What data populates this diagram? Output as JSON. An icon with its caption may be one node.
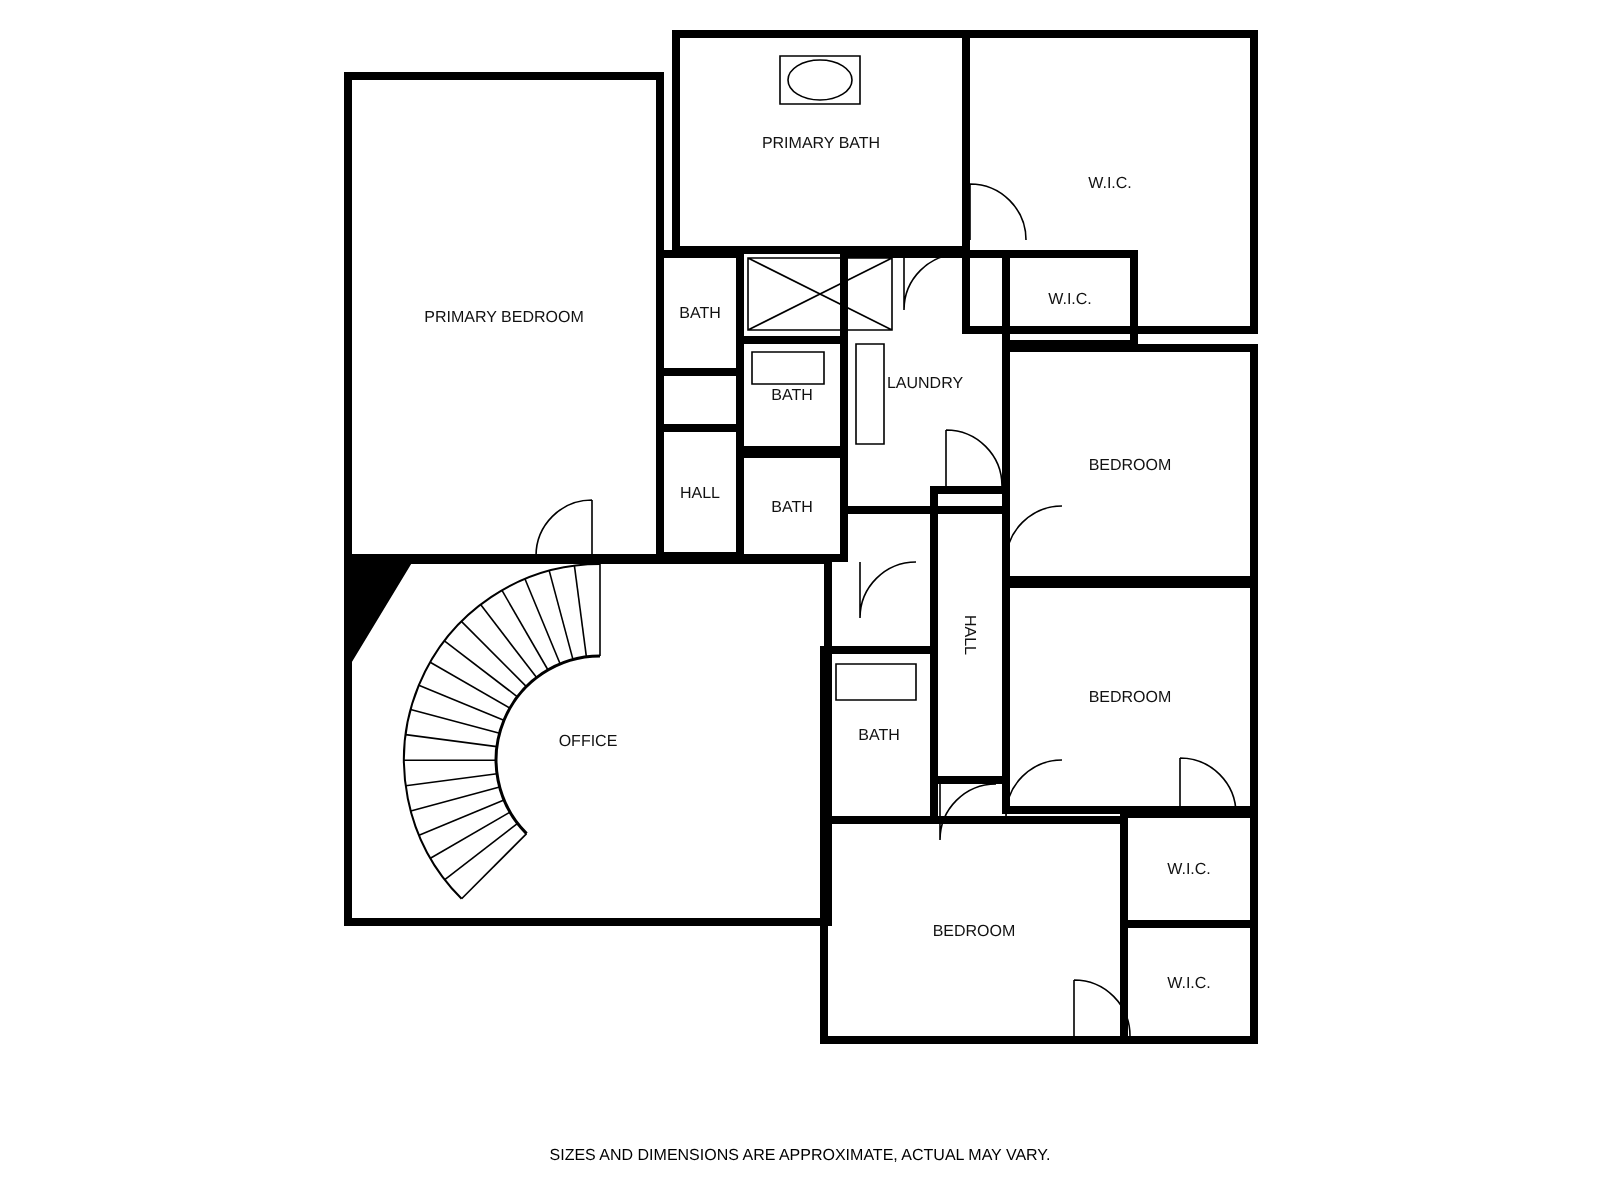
{
  "diagram": {
    "nodes": [
      {
        "text": [
          "PRIMARY BEDROOM"
        ]
      },
      {
        "text": [
          "PRIMARY BATH"
        ]
      },
      {
        "text": [
          "W.I.C."
        ]
      },
      {
        "text": [
          "W.I.C."
        ]
      },
      {
        "text": [
          "BATH"
        ]
      },
      {
        "text": [
          "BATH"
        ]
      },
      {
        "text": [
          "LAUNDRY"
        ]
      },
      {
        "text": [
          "BEDROOM"
        ]
      },
      {
        "text": [
          "HALL"
        ]
      },
      {
        "text": [
          "BATH"
        ]
      },
      {
        "text": [
          "HALL"
        ]
      },
      {
        "text": [
          "BEDROOM"
        ]
      },
      {
        "text": [
          "OFFICE"
        ]
      },
      {
        "text": [
          "BATH"
        ]
      },
      {
        "text": [
          "W.I.C."
        ]
      },
      {
        "text": [
          "BEDROOM"
        ]
      },
      {
        "text": [
          "W.I.C."
        ]
      }
    ],
    "labels": [
      "SIZES AND DIMENSIONS ARE APPROXIMATE, ACTUAL MAY VARY."
    ]
  }
}
